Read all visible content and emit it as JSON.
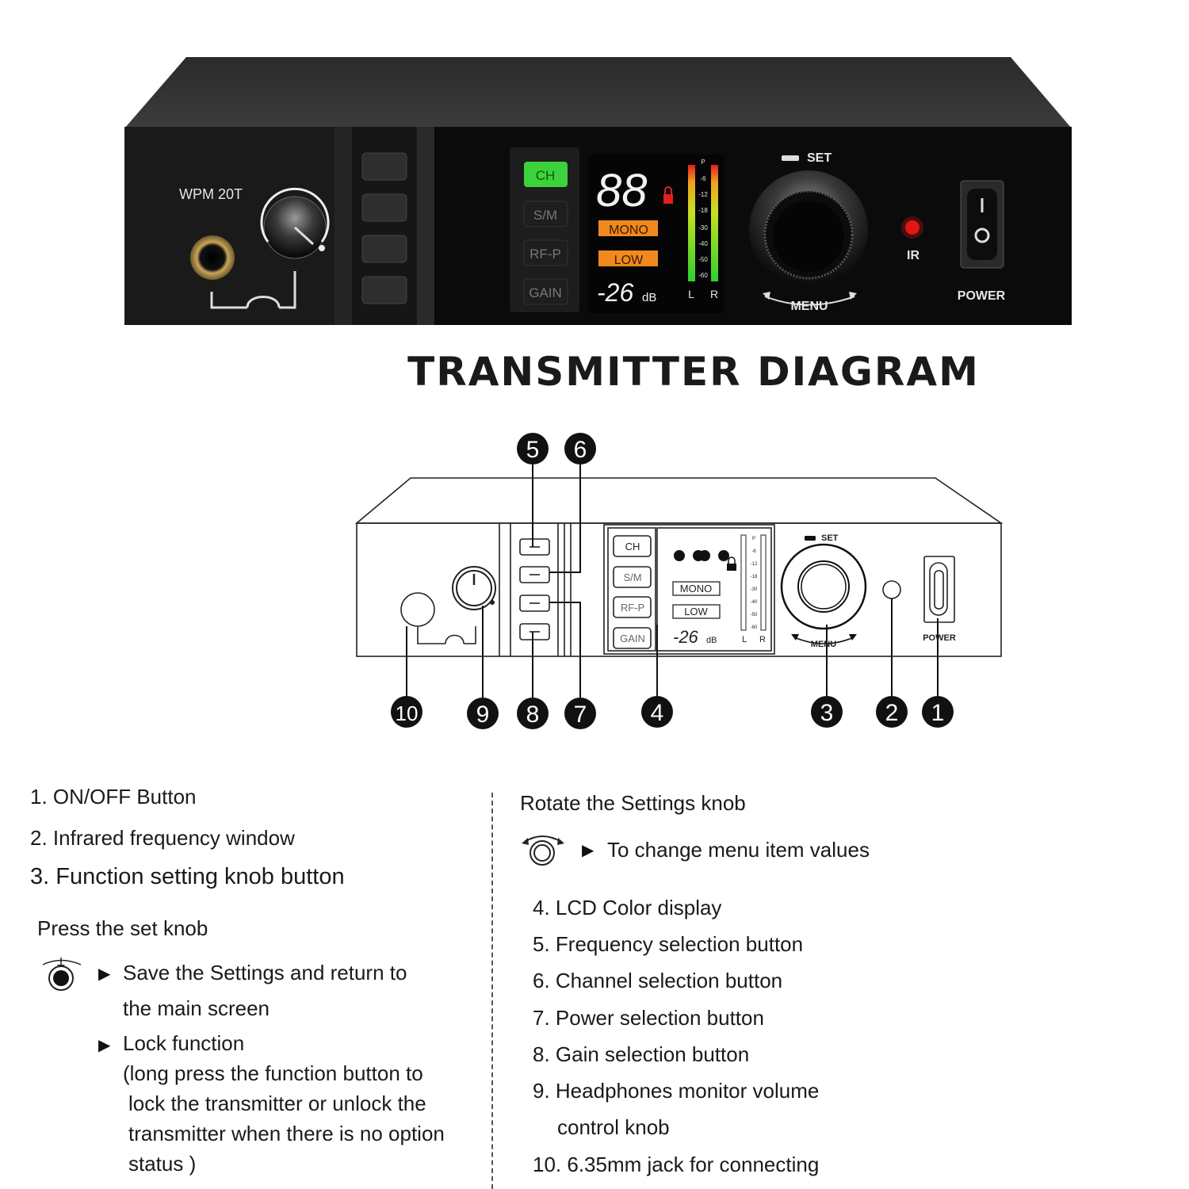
{
  "photo": {
    "model": "WPM 20T",
    "buttons": [
      "CH",
      "S/M",
      "RF-P",
      "GAIN"
    ],
    "display": {
      "digits": "88",
      "mode": "MONO",
      "power": "LOW",
      "level": "-26",
      "unit": "dB",
      "meter_scale": [
        "P",
        "-6",
        "-12",
        "-18",
        "-30",
        "-40",
        "-50",
        "-60"
      ],
      "meter_left": "L",
      "meter_right": "R"
    },
    "knob_top": "SET",
    "knob_bottom": "MENU",
    "ir_label": "IR",
    "power_label": "POWER",
    "colors": {
      "panel": "#141414",
      "accent_green": "#3cd23c",
      "accent_orange": "#f08a1e",
      "ir_led": "#e01818"
    }
  },
  "title": "TRANSMITTER DIAGRAM",
  "diagram": {
    "buttons": [
      "CH",
      "S/M",
      "RF-P",
      "GAIN"
    ],
    "mode": "MONO",
    "power": "LOW",
    "level": "-26",
    "unit": "dB",
    "meter_left": "L",
    "meter_right": "R",
    "meter_scale": [
      "P",
      "-6",
      "-12",
      "-18",
      "-30",
      "-40",
      "-50",
      "-60"
    ],
    "knob_top": "SET",
    "knob_bottom": "MENU",
    "power_label": "POWER",
    "callouts": [
      "1",
      "2",
      "3",
      "4",
      "5",
      "6",
      "7",
      "8",
      "9",
      "10"
    ]
  },
  "left_list": {
    "item1": "1.  ON/OFF Button",
    "item2": "2.  Infrared frequency window",
    "item3": "3. Function setting knob button",
    "press_heading": "Press the set knob",
    "save_line1": "Save the Settings and return to",
    "save_line2": "the main screen",
    "lock_title": "Lock function",
    "lock_line1": "(long press the function button to",
    "lock_line2": "lock the transmitter or unlock the",
    "lock_line3": "transmitter when there is no option",
    "lock_line4": "status )"
  },
  "right_list": {
    "rotate_heading": "Rotate the Settings knob",
    "rotate_action": "To change menu item values",
    "item4": "4. LCD Color display",
    "item5": "5. Frequency selection button",
    "item6": "6. Channel selection button",
    "item7": "7. Power selection button",
    "item8": "8. Gain selection button",
    "item9_line1": "9. Headphones monitor volume",
    "item9_line2": "control knob",
    "item10": "10. 6.35mm jack for connecting"
  },
  "bullet_glyph": "▶"
}
